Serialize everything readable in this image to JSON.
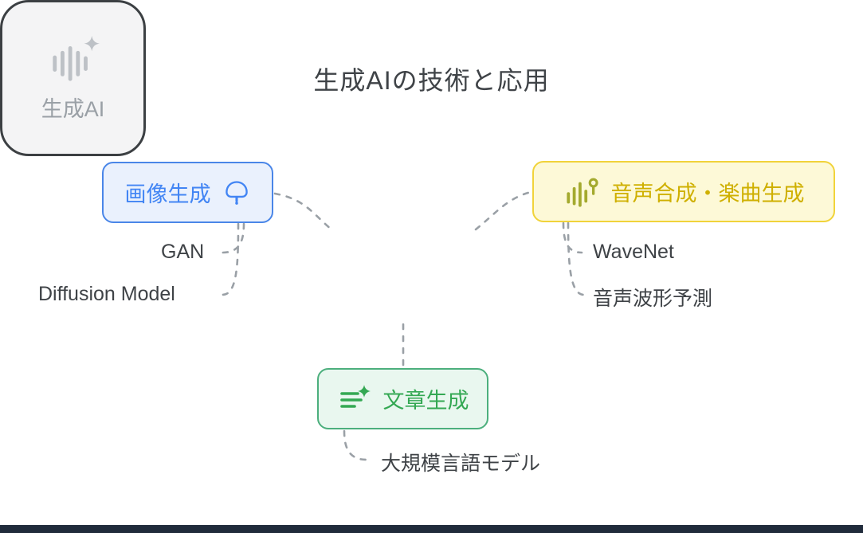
{
  "title": "生成AIの技術と応用",
  "center": {
    "label": "生成AI",
    "icon": "waveform-sparkle-icon",
    "border_color": "#3c4043",
    "bg_color": "#f4f4f5",
    "text_color": "#9aa0a6"
  },
  "branches": {
    "image": {
      "label": "画像生成",
      "icon": "palette-icon",
      "accent": "#4285f4",
      "border_color": "#4a86e8",
      "bg_color": "#eaf1fd",
      "children": [
        "GAN",
        "Diffusion Model"
      ]
    },
    "audio": {
      "label": "音声合成・楽曲生成",
      "icon": "audio-wave-icon",
      "accent": "#cfb000",
      "border_color": "#f1d33a",
      "bg_color": "#fdf9d7",
      "icon_color": "#a4aa2e",
      "children": [
        "WaveNet",
        "音声波形予測"
      ]
    },
    "text": {
      "label": "文章生成",
      "icon": "text-lines-sparkle-icon",
      "accent": "#34a853",
      "border_color": "#4caf7d",
      "bg_color": "#e9f7ef",
      "children": [
        "大規模言語モデル"
      ]
    }
  },
  "connector_color": "#9aa0a6",
  "footer_bar_color": "#202b3b"
}
